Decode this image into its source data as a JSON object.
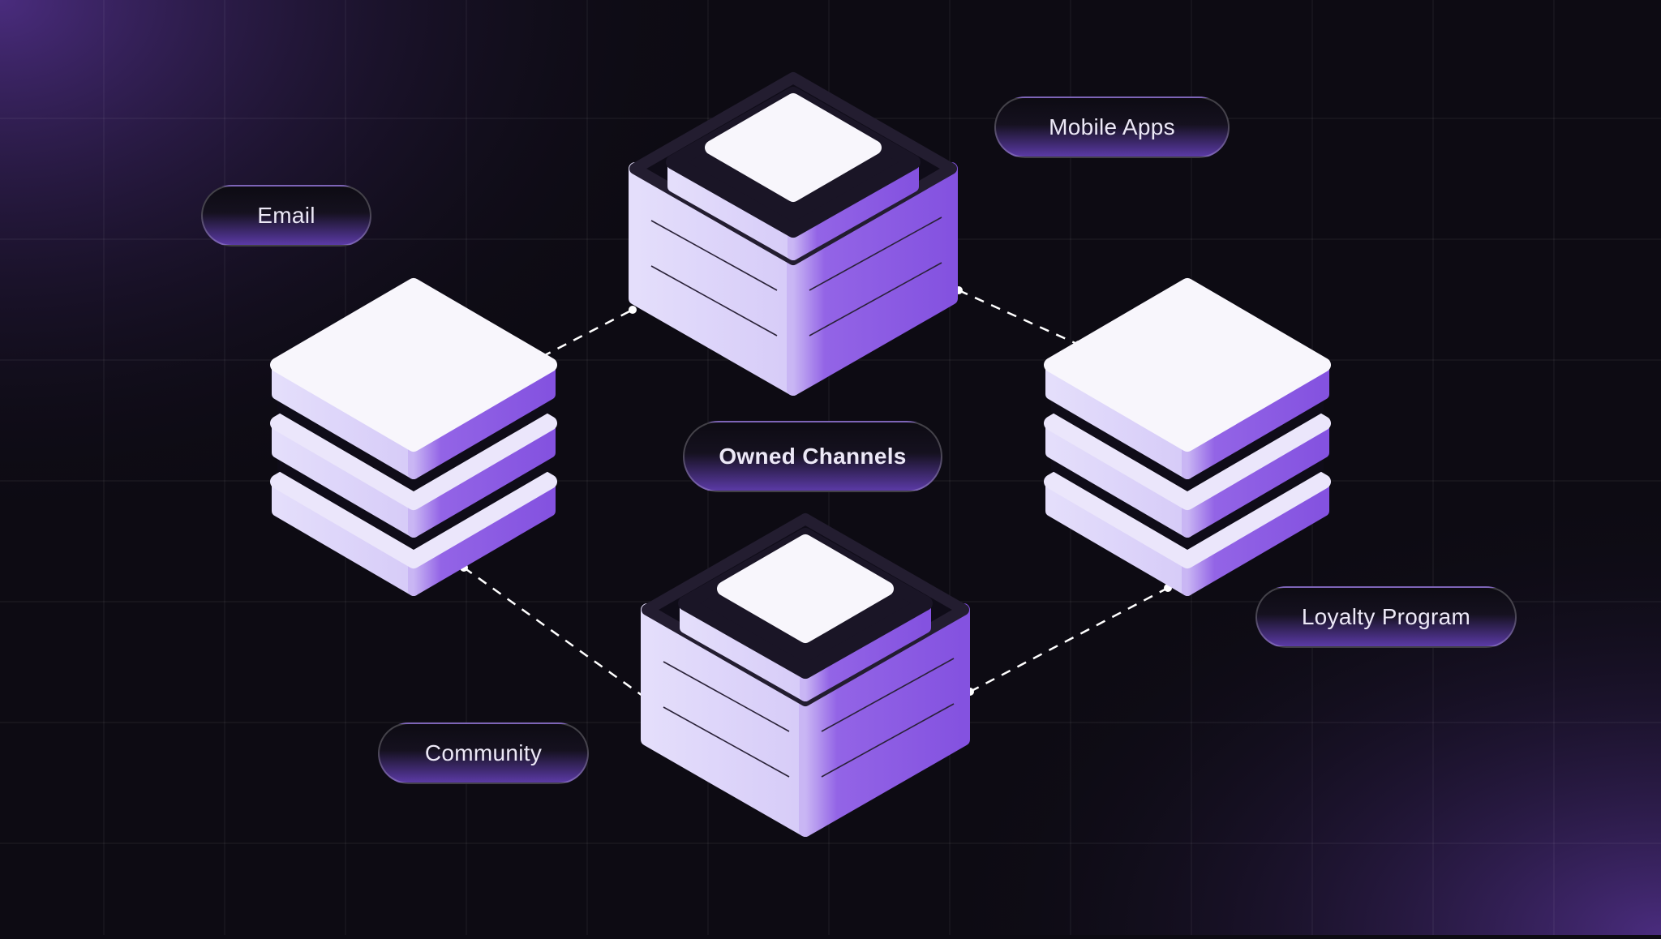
{
  "diagram": {
    "center_label": "Owned Channels",
    "channels": [
      {
        "id": "email",
        "label": "Email"
      },
      {
        "id": "mobile-apps",
        "label": "Mobile Apps"
      },
      {
        "id": "loyalty-program",
        "label": "Loyalty Program"
      },
      {
        "id": "community",
        "label": "Community"
      }
    ]
  },
  "colors": {
    "background": "#0d0b13",
    "glow": "#5b3aa6",
    "top_face": "#f8f6fc",
    "left_face": "#e2dcfb",
    "right_face": "#8a5ae3",
    "dark_layer": "#0f0c18",
    "connector": "#ffffff"
  }
}
